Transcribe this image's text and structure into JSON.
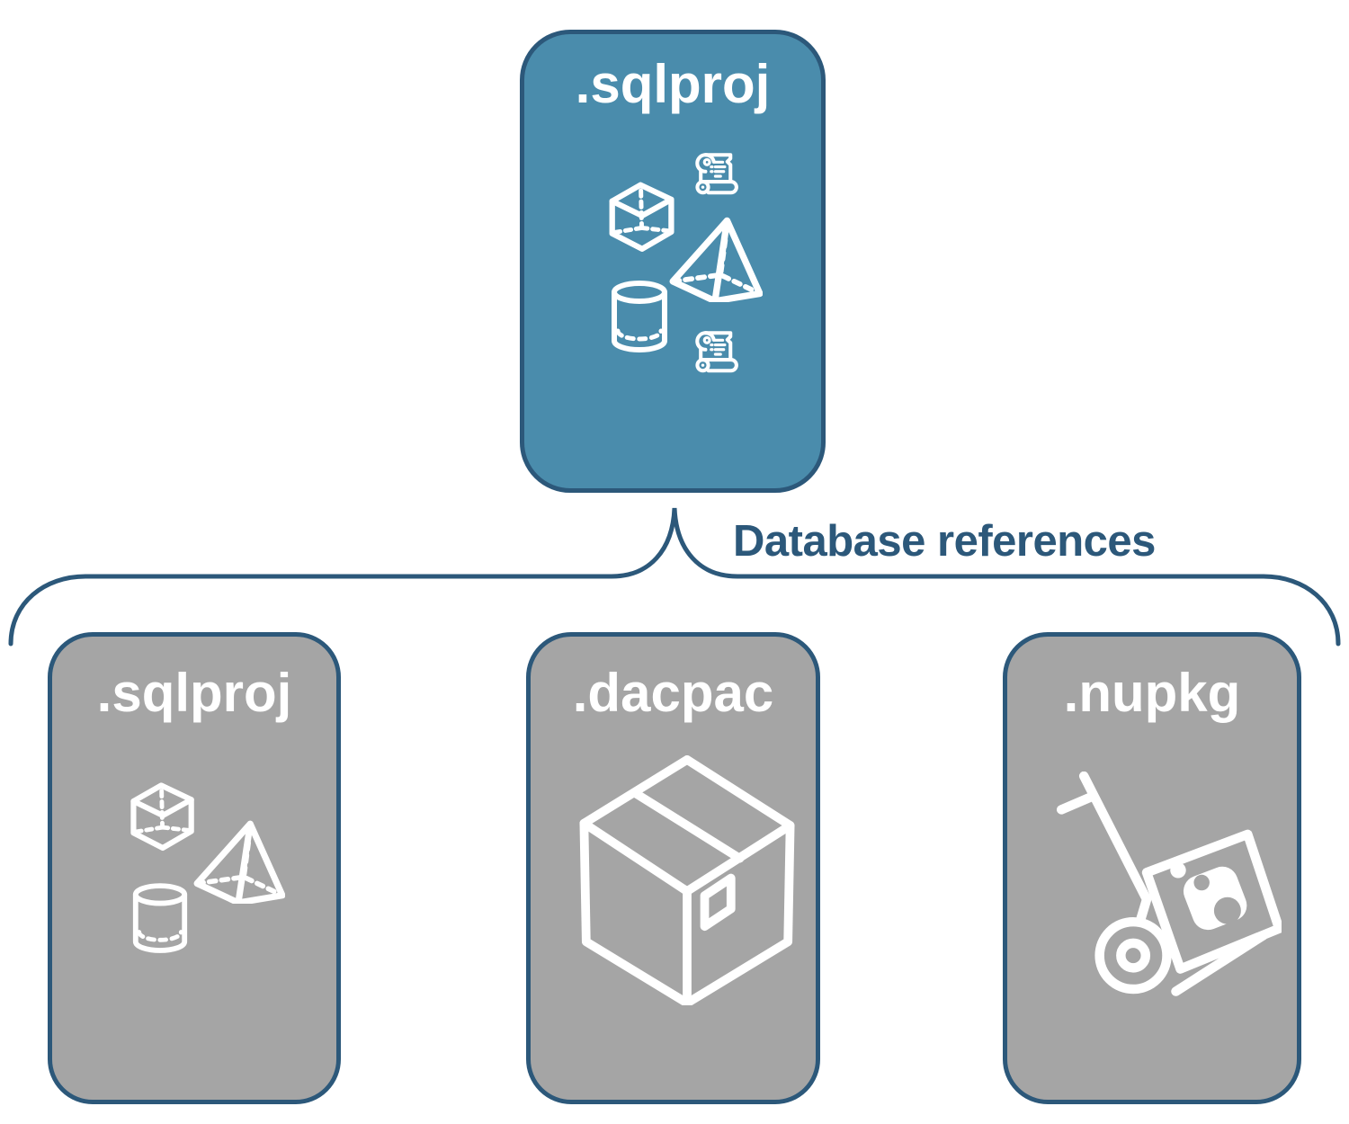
{
  "root_node": {
    "label": ".sqlproj",
    "icons": [
      "cube-icon",
      "scroll-icon",
      "pyramid-icon",
      "cylinder-icon",
      "scroll-icon"
    ]
  },
  "connector": {
    "label": "Database references"
  },
  "child_nodes": [
    {
      "label": ".sqlproj",
      "icons": [
        "cube-icon",
        "pyramid-icon",
        "cylinder-icon"
      ]
    },
    {
      "label": ".dacpac",
      "icons": [
        "package-box-icon"
      ]
    },
    {
      "label": ".nupkg",
      "icons": [
        "nuget-hand-truck-icon"
      ]
    }
  ],
  "colors": {
    "root_fill": "#4A8CAC",
    "child_fill": "#A5A5A5",
    "outline": "#2C587A",
    "label_text": "#2C587A",
    "node_text": "#FFFFFF",
    "background": "#FFFFFF"
  }
}
